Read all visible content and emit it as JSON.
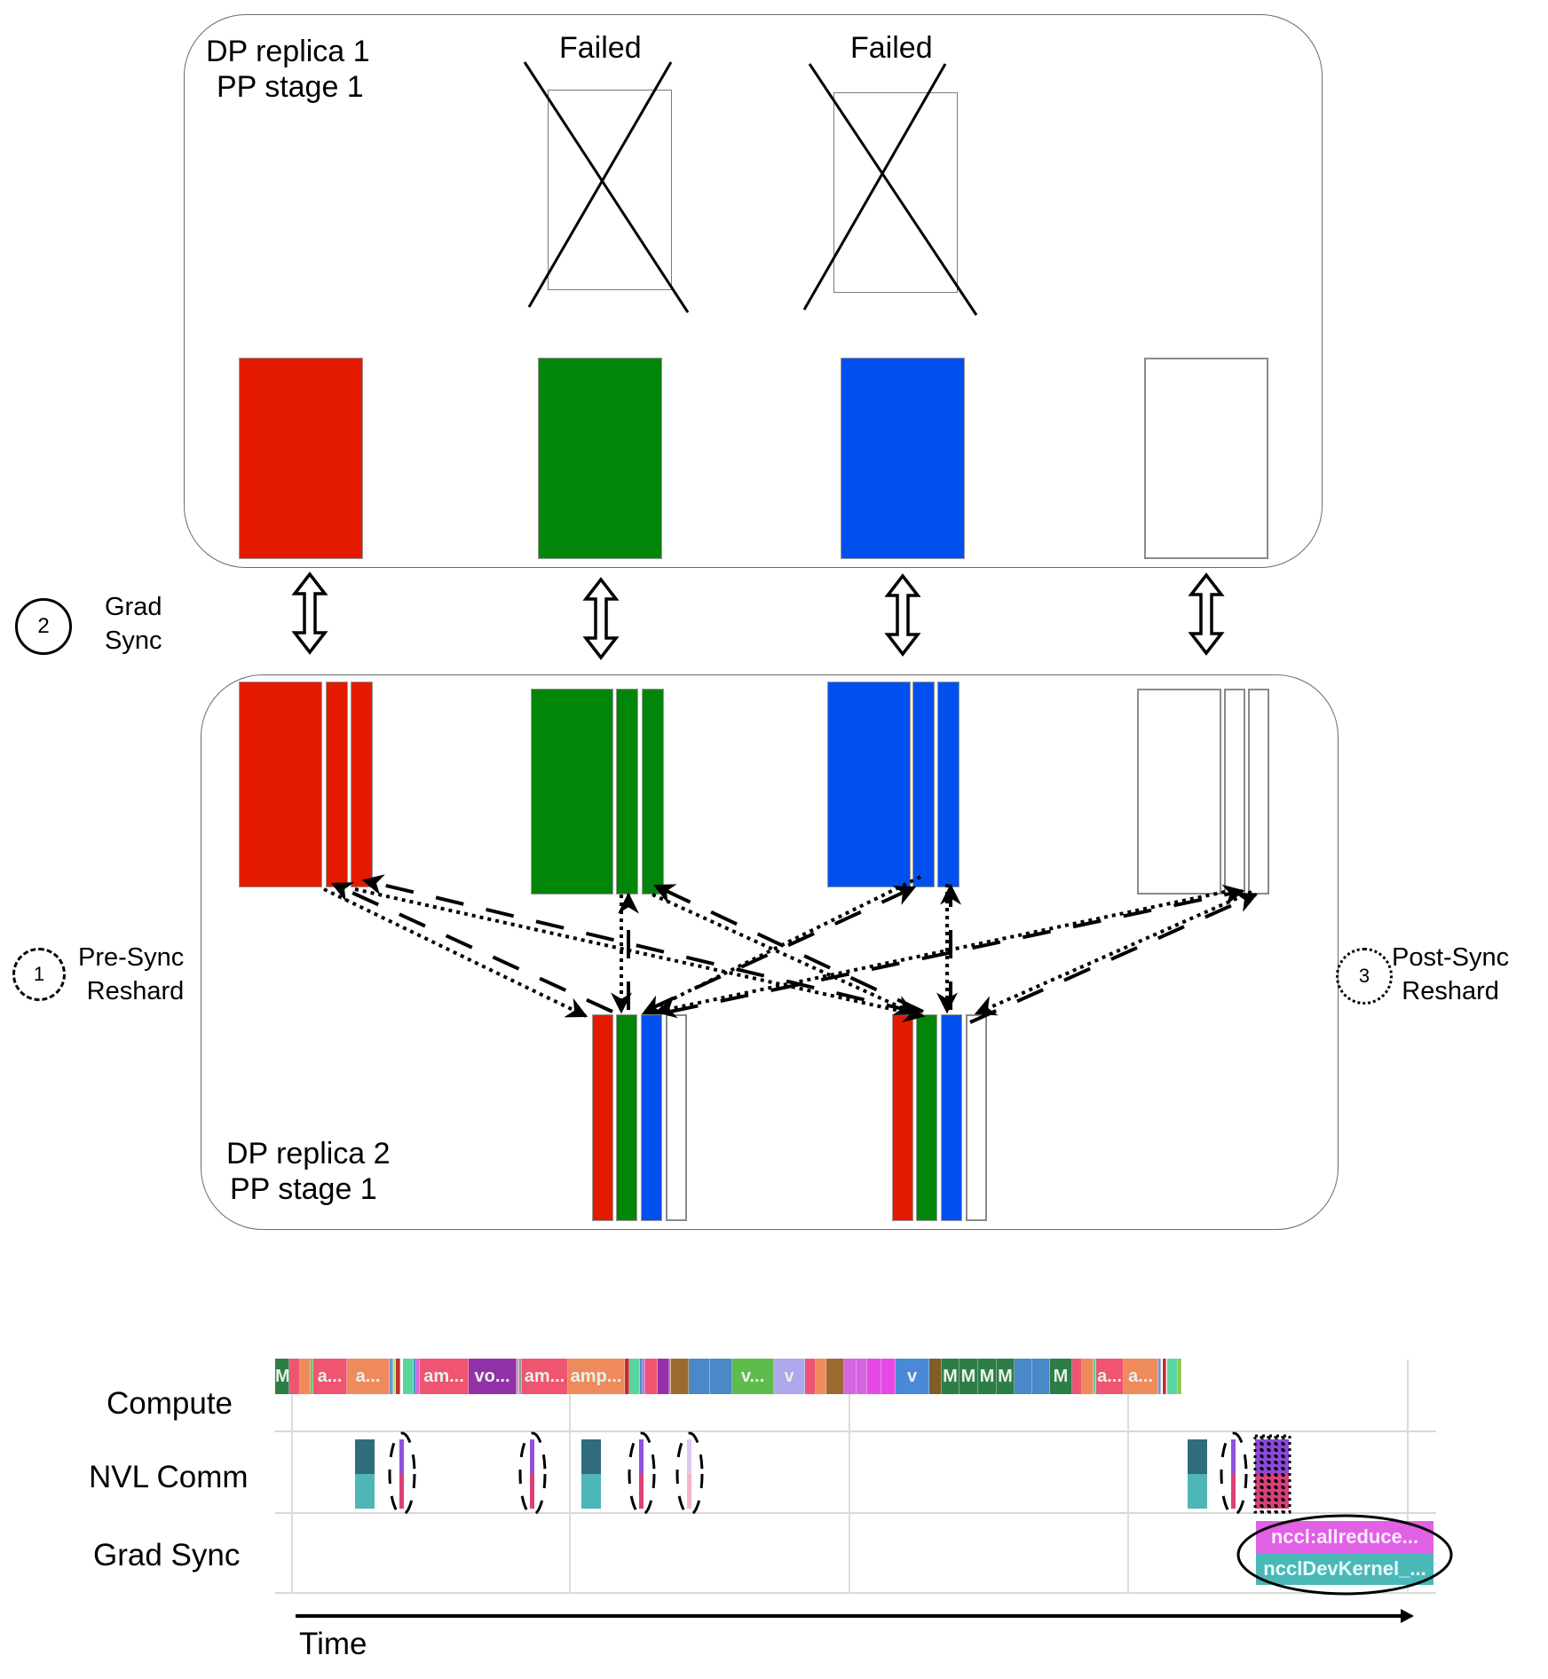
{
  "colors": {
    "red": "#e31a00",
    "green": "#02860a",
    "blue": "#0050ef",
    "empty": "#ffffff",
    "panel_border": "#6b6b6b",
    "nvl_dark": "#2f6c7c",
    "nvl_light": "#4fb6b8",
    "comm_purple": "#9050e0",
    "comm_pink": "#e0407a",
    "allreduce": "#e060e6",
    "devkernel": "#4bb8b8"
  },
  "top_panel": {
    "title_line1": "DP replica 1",
    "title_line2": "PP stage 1",
    "failed_labels": [
      "Failed",
      "Failed"
    ],
    "shards": [
      {
        "name": "red-shard",
        "color": "#e31a00"
      },
      {
        "name": "green-shard",
        "color": "#02860a"
      },
      {
        "name": "blue-shard",
        "color": "#0050ef"
      },
      {
        "name": "empty-shard",
        "color": "#ffffff"
      }
    ]
  },
  "bottom_panel": {
    "title_line1": "DP replica 2",
    "title_line2": "PP stage 1",
    "shard_groups": [
      {
        "name": "red-group",
        "color": "#e31a00"
      },
      {
        "name": "green-group",
        "color": "#02860a"
      },
      {
        "name": "blue-group",
        "color": "#0050ef"
      },
      {
        "name": "empty-group",
        "color": "#ffffff"
      }
    ],
    "reshard_targets": [
      {
        "name": "reshard-target-1",
        "colors": [
          "#e31a00",
          "#02860a",
          "#0050ef",
          "#ffffff"
        ]
      },
      {
        "name": "reshard-target-2",
        "colors": [
          "#e31a00",
          "#02860a",
          "#0050ef",
          "#ffffff"
        ]
      }
    ]
  },
  "legend": {
    "step1": {
      "number": "1",
      "line1": "Pre-Sync",
      "line2": "Reshard",
      "style": "dashed"
    },
    "step2": {
      "number": "2",
      "line1": "Grad",
      "line2": "Sync",
      "style": "solid"
    },
    "step3": {
      "number": "3",
      "line1": "Post-Sync",
      "line2": "Reshard",
      "style": "dotted"
    }
  },
  "timeline": {
    "tracks": [
      "Compute",
      "NVL Comm",
      "Grad Sync"
    ],
    "axis_label": "Time",
    "compute_segments": [
      {
        "label": "M",
        "color": "#2e7d46",
        "w": 16
      },
      {
        "label": "",
        "color": "#ef5470",
        "w": 12
      },
      {
        "label": "",
        "color": "#ef8a5c",
        "w": 12
      },
      {
        "label": "",
        "color": "#6bc36a",
        "w": 3
      },
      {
        "label": "a...",
        "color": "#ef5470",
        "w": 38
      },
      {
        "label": "a...",
        "color": "#ef8a5c",
        "w": 48
      },
      {
        "label": "",
        "color": "#6b9bd1",
        "w": 4
      },
      {
        "label": "",
        "color": "#bfe27a",
        "w": 3
      },
      {
        "label": "",
        "color": "#c0302e",
        "w": 5
      },
      {
        "label": "",
        "color": "#ffffff",
        "w": 3
      },
      {
        "label": "",
        "color": "#59d6a0",
        "w": 12
      },
      {
        "label": "",
        "color": "#4a90c8",
        "w": 3
      },
      {
        "label": "",
        "color": "#e060e0",
        "w": 4
      },
      {
        "label": "am...",
        "color": "#ef5470",
        "w": 55
      },
      {
        "label": "vo...",
        "color": "#9230a8",
        "w": 54
      },
      {
        "label": "",
        "color": "#d0a0c0",
        "w": 3
      },
      {
        "label": "",
        "color": "#8aa0a0",
        "w": 3
      },
      {
        "label": "am...",
        "color": "#ef5470",
        "w": 52
      },
      {
        "label": "amp...",
        "color": "#ef8a5c",
        "w": 64
      },
      {
        "label": "",
        "color": "#c0302e",
        "w": 5
      },
      {
        "label": "",
        "color": "#59d6a0",
        "w": 12
      },
      {
        "label": "",
        "color": "#4a90c8",
        "w": 3
      },
      {
        "label": "",
        "color": "#e060e0",
        "w": 3
      },
      {
        "label": "",
        "color": "#ef5470",
        "w": 14
      },
      {
        "label": "",
        "color": "#9230a8",
        "w": 13
      },
      {
        "label": "",
        "color": "#c09070",
        "w": 2
      },
      {
        "label": "",
        "color": "#9a6b30",
        "w": 20
      },
      {
        "label": "",
        "color": "#4a88c8",
        "w": 24
      },
      {
        "label": "",
        "color": "#4a88c8",
        "w": 25
      },
      {
        "label": "v...",
        "color": "#5fbb4c",
        "w": 47
      },
      {
        "label": "v",
        "color": "#aea8ec",
        "w": 35
      },
      {
        "label": "",
        "color": "#ef5470",
        "w": 12
      },
      {
        "label": "",
        "color": "#ef8a5c",
        "w": 12
      },
      {
        "label": "",
        "color": "#9a6b30",
        "w": 20
      },
      {
        "label": "",
        "color": "#d764e0",
        "w": 14
      },
      {
        "label": "",
        "color": "#d764e0",
        "w": 12
      },
      {
        "label": "",
        "color": "#e64ae6",
        "w": 16
      },
      {
        "label": "",
        "color": "#e64ae6",
        "w": 16
      },
      {
        "label": "v",
        "color": "#4a88d8",
        "w": 38
      },
      {
        "label": "",
        "color": "#7f5c28",
        "w": 14
      },
      {
        "label": "M",
        "color": "#2e7d46",
        "w": 20
      },
      {
        "label": "M",
        "color": "#2e7d46",
        "w": 21
      },
      {
        "label": "M",
        "color": "#2e7d46",
        "w": 21
      },
      {
        "label": "M",
        "color": "#2e7d46",
        "w": 20
      },
      {
        "label": "",
        "color": "#4a88c8",
        "w": 20
      },
      {
        "label": "",
        "color": "#4a88c8",
        "w": 20
      },
      {
        "label": "M",
        "color": "#2e7d46",
        "w": 25
      },
      {
        "label": "",
        "color": "#ef5470",
        "w": 11
      },
      {
        "label": "",
        "color": "#ef8a5c",
        "w": 13
      },
      {
        "label": "",
        "color": "#59d6a0",
        "w": 3
      },
      {
        "label": "a...",
        "color": "#ef5470",
        "w": 31
      },
      {
        "label": "a...",
        "color": "#ef8a5c",
        "w": 39
      },
      {
        "label": "",
        "color": "#6b9bd1",
        "w": 3
      },
      {
        "label": "",
        "color": "#ffffff",
        "w": 2
      },
      {
        "label": "",
        "color": "#c0302e",
        "w": 4
      },
      {
        "label": "",
        "color": "#ffffff",
        "w": 1
      },
      {
        "label": "",
        "color": "#59d6a0",
        "w": 12
      },
      {
        "label": "",
        "color": "#8bc34a",
        "w": 4
      }
    ],
    "kernels": {
      "allreduce": "nccl:allreduce...",
      "devkernel": "ncclDevKernel_..."
    }
  }
}
